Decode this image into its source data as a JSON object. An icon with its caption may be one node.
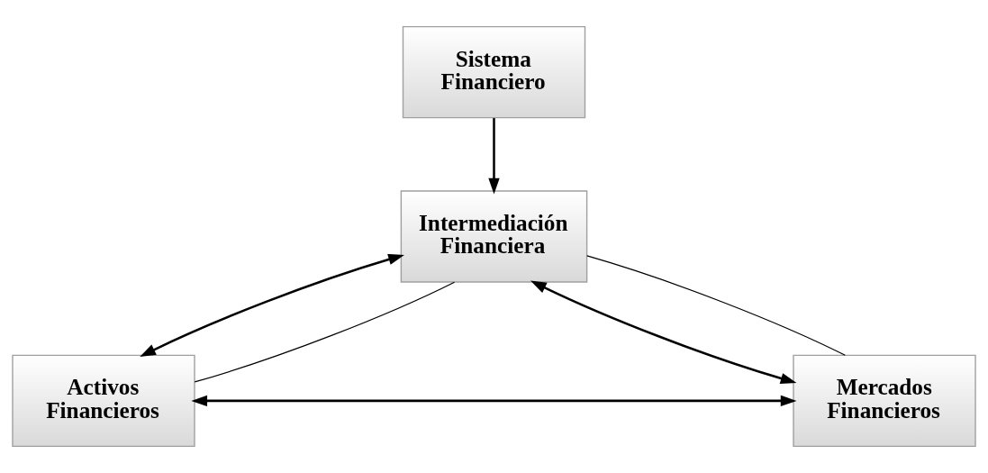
{
  "diagram": {
    "nodes": [
      {
        "text": [
          "Sistema Financiero"
        ]
      },
      {
        "text": [
          "Intermediación Financiera"
        ]
      },
      {
        "text": [
          "Activos Financieros"
        ]
      },
      {
        "text": [
          "Mercados Financieros"
        ]
      }
    ],
    "edges": [
      {
        "from": 0,
        "to": 1,
        "arrow": "to"
      },
      {
        "from": 1,
        "to": 2,
        "arrow": "both"
      },
      {
        "from": 1,
        "to": 2,
        "arrow": "none"
      },
      {
        "from": 1,
        "to": 3,
        "arrow": "both"
      },
      {
        "from": 1,
        "to": 3,
        "arrow": "none"
      },
      {
        "from": 2,
        "to": 3,
        "arrow": "both"
      }
    ]
  }
}
